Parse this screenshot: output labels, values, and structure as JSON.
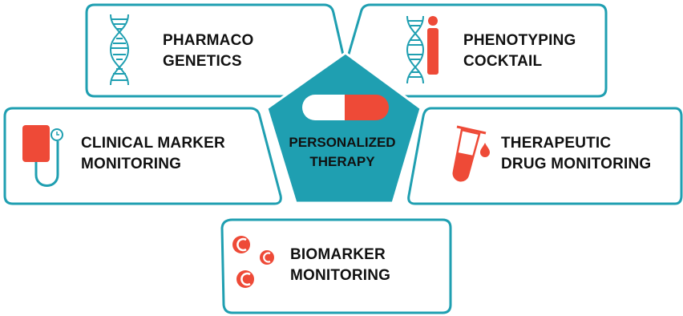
{
  "colors": {
    "teal": "#1f9fb1",
    "accent": "#ee4a37",
    "text": "#111111"
  },
  "center": {
    "line1": "PERSONALIZED",
    "line2": "THERAPY",
    "icon": "capsule-icon"
  },
  "boxes": [
    {
      "id": "pharmacogenetics",
      "line1": "PHARMACO",
      "line2": "GENETICS",
      "icon": "dna-icon"
    },
    {
      "id": "phenotyping",
      "line1": "PHENOTYPING",
      "line2": "COCKTAIL",
      "icon": "dna-person-icon"
    },
    {
      "id": "clinical",
      "line1": "CLINICAL MARKER",
      "line2": "MONITORING",
      "icon": "blood-pressure-monitor-icon"
    },
    {
      "id": "tdm",
      "line1": "THERAPEUTIC",
      "line2": "DRUG MONITORING",
      "icon": "test-tube-drop-icon"
    },
    {
      "id": "biomarker",
      "line1": "BIOMARKER",
      "line2": "MONITORING",
      "icon": "blood-cells-icon"
    }
  ]
}
